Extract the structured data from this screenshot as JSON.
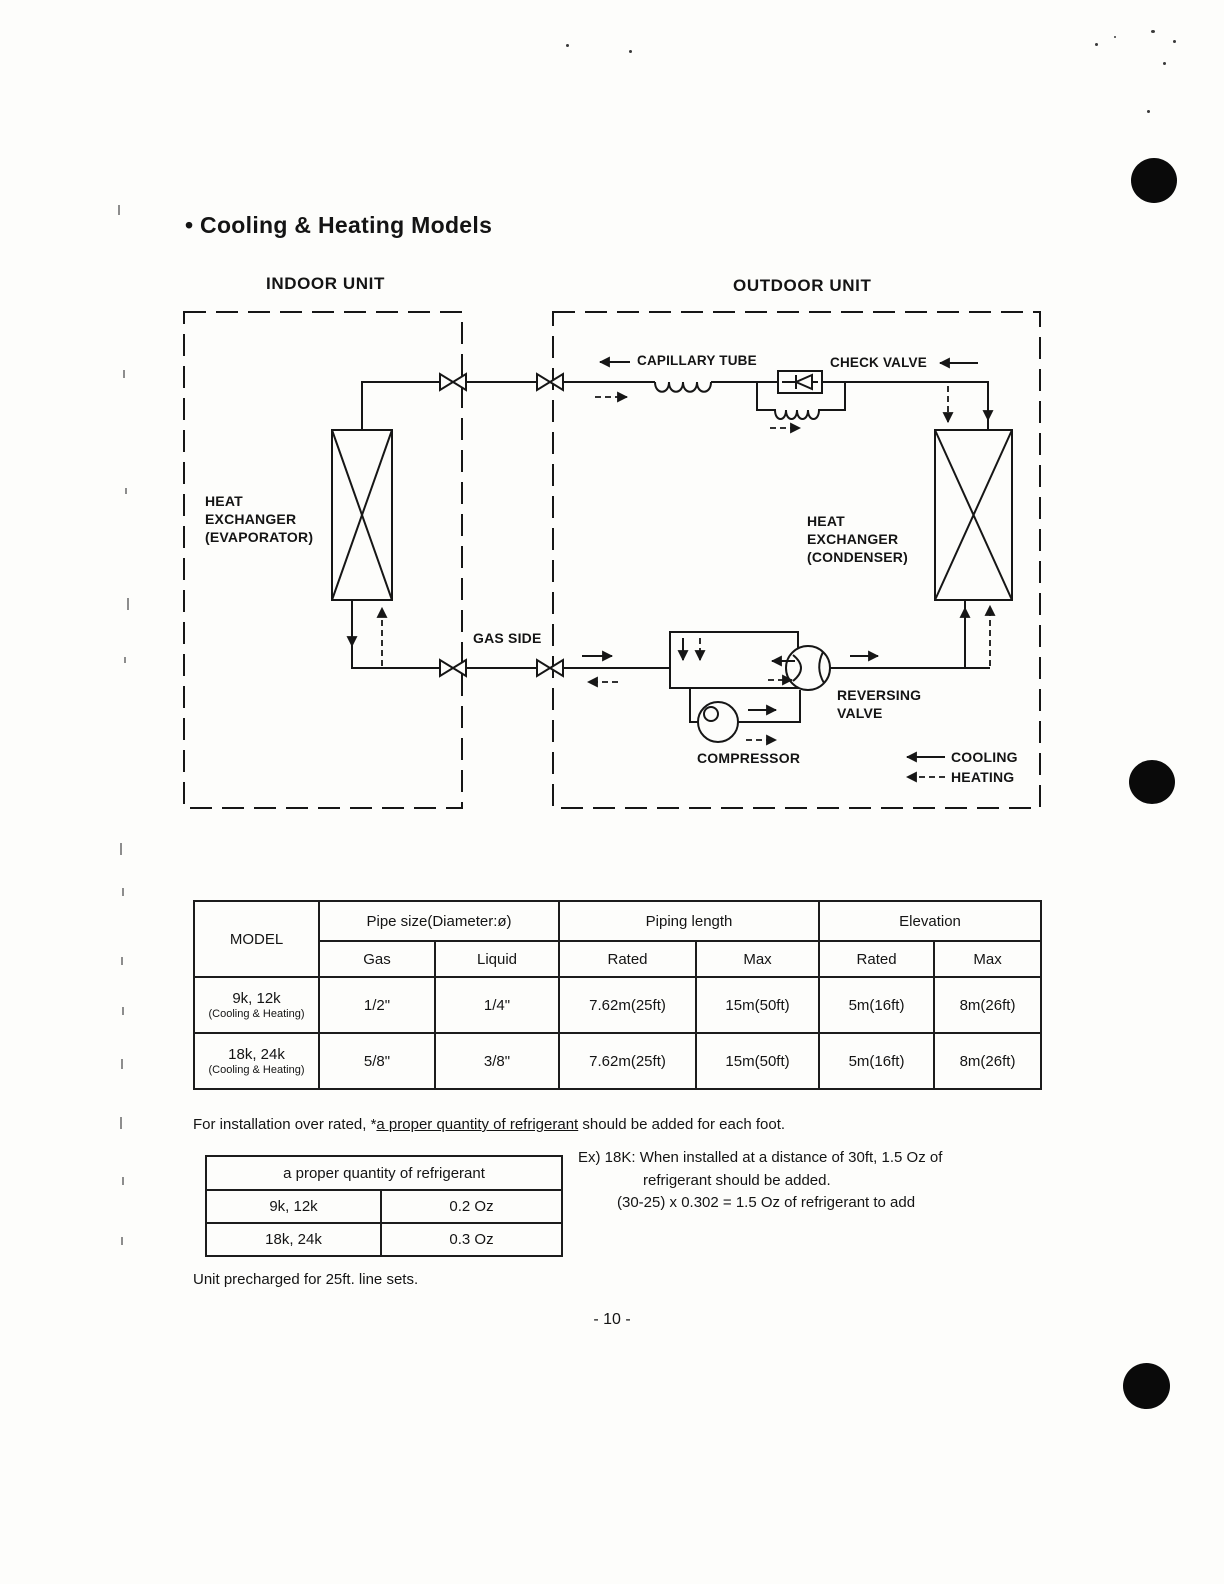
{
  "page": {
    "title": "• Cooling & Heating Models",
    "page_number": "- 10 -",
    "precharge_note": "Unit precharged for 25ft. line sets."
  },
  "diagram": {
    "indoor_unit": "INDOOR UNIT",
    "outdoor_unit": "OUTDOOR UNIT",
    "capillary_tube": "CAPILLARY TUBE",
    "check_valve": "CHECK VALVE",
    "evaporator": "HEAT\nEXCHANGER\n(EVAPORATOR)",
    "condenser": "HEAT\nEXCHANGER\n(CONDENSER)",
    "gas_side": "GAS SIDE",
    "reversing_valve": "REVERSING\nVALVE",
    "compressor": "COMPRESSOR",
    "legend": {
      "cooling": "COOLING",
      "heating": "HEATING"
    }
  },
  "pipe_table": {
    "model_header": "MODEL",
    "groups": [
      "Pipe size(Diameter:ø)",
      "Piping length",
      "Elevation"
    ],
    "sub_headers": [
      "Gas",
      "Liquid",
      "Rated",
      "Max",
      "Rated",
      "Max"
    ],
    "rows": [
      {
        "model": "9k, 12k",
        "model_note": "(Cooling & Heating)",
        "gas": "1/2\"",
        "liquid": "1/4\"",
        "piping_rated": "7.62m(25ft)",
        "piping_max": "15m(50ft)",
        "elevation_rated": "5m(16ft)",
        "elevation_max": "8m(26ft)"
      },
      {
        "model": "18k, 24k",
        "model_note": "(Cooling & Heating)",
        "gas": "5/8\"",
        "liquid": "3/8\"",
        "piping_rated": "7.62m(25ft)",
        "piping_max": "15m(50ft)",
        "elevation_rated": "5m(16ft)",
        "elevation_max": "8m(26ft)"
      }
    ]
  },
  "installation_note": {
    "prefix": "For installation over rated, *",
    "underlined": "a proper quantity of refrigerant",
    "suffix": " should be added for each foot."
  },
  "refrigerant_table": {
    "header": "a proper quantity of refrigerant",
    "rows": [
      {
        "model": "9k, 12k",
        "quantity": "0.2 Oz"
      },
      {
        "model": "18k, 24k",
        "quantity": "0.3 Oz"
      }
    ]
  },
  "example": {
    "line1": "Ex) 18K: When installed at a distance of 30ft, 1.5 Oz of",
    "line2": "refrigerant should be added.",
    "line3": "(30-25) x 0.302 = 1.5 Oz of refrigerant to add"
  }
}
